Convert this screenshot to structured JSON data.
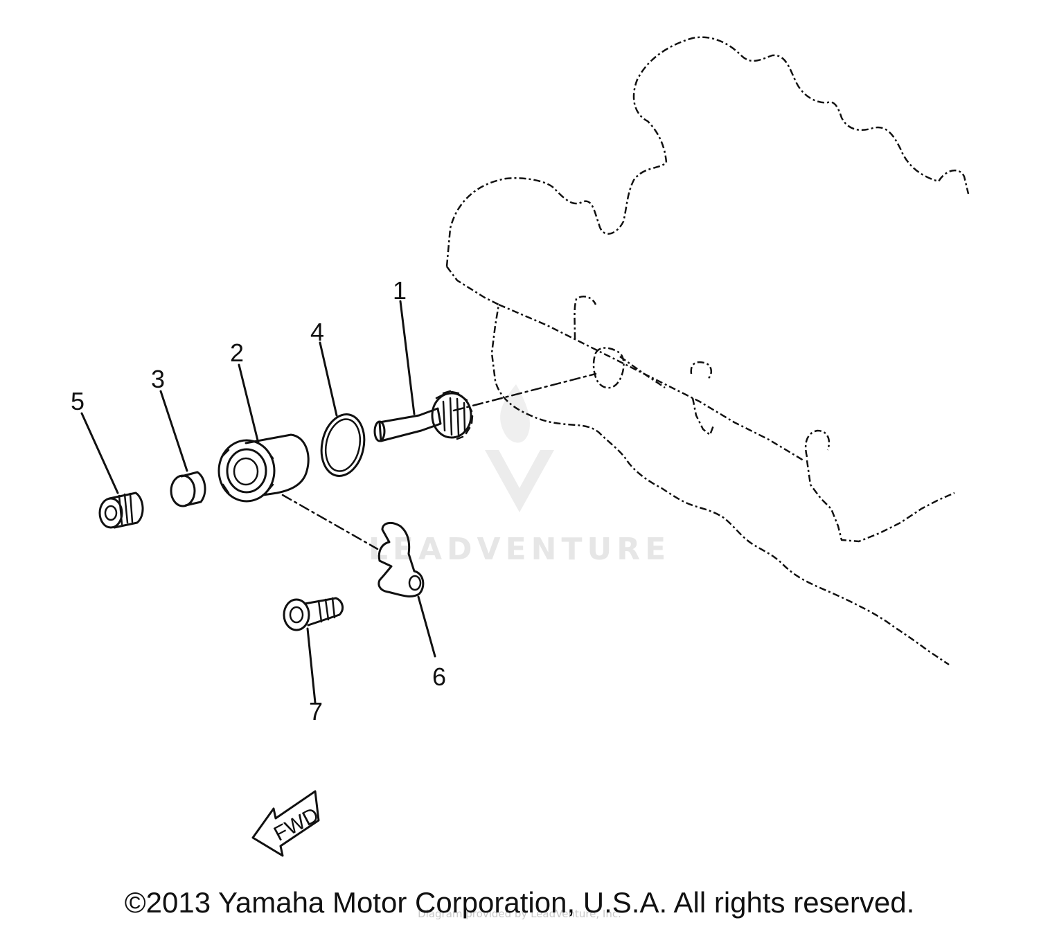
{
  "diagram": {
    "callouts": [
      "1",
      "2",
      "3",
      "4",
      "5",
      "6",
      "7"
    ],
    "fwd_label": "FWD"
  },
  "watermark": {
    "brand": "LEADVENTURE",
    "small_text": "Diagram provided by LeadVenture, Inc.",
    "color": "#e6e6e6"
  },
  "footer": {
    "copyright": "©2013 Yamaha Motor Corporation, U.S.A. All rights reserved."
  },
  "colors": {
    "line": "#111111",
    "background": "#ffffff"
  }
}
